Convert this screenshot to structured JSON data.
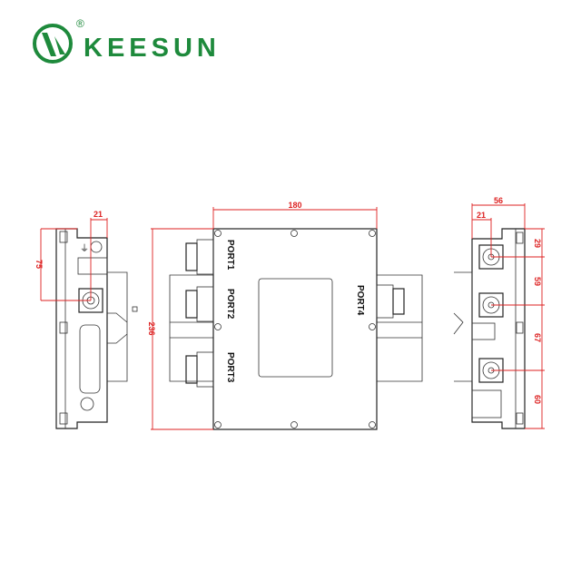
{
  "logo": {
    "brand": "KEESUN",
    "registered_mark": "®",
    "brand_color": "#1e8a3c"
  },
  "drawing": {
    "line_color": "#222222",
    "dimension_color": "#dd2222",
    "front_view": {
      "ports": [
        "PORT1",
        "PORT2",
        "PORT3",
        "PORT4"
      ],
      "width_dim": "180",
      "height_dim": "236"
    },
    "left_view": {
      "offset_dim": "21",
      "height_dim": "75"
    },
    "right_view": {
      "width_dim": "56",
      "offset_dim": "21",
      "spacing_dims": [
        "29",
        "59",
        "67",
        "60"
      ]
    }
  }
}
